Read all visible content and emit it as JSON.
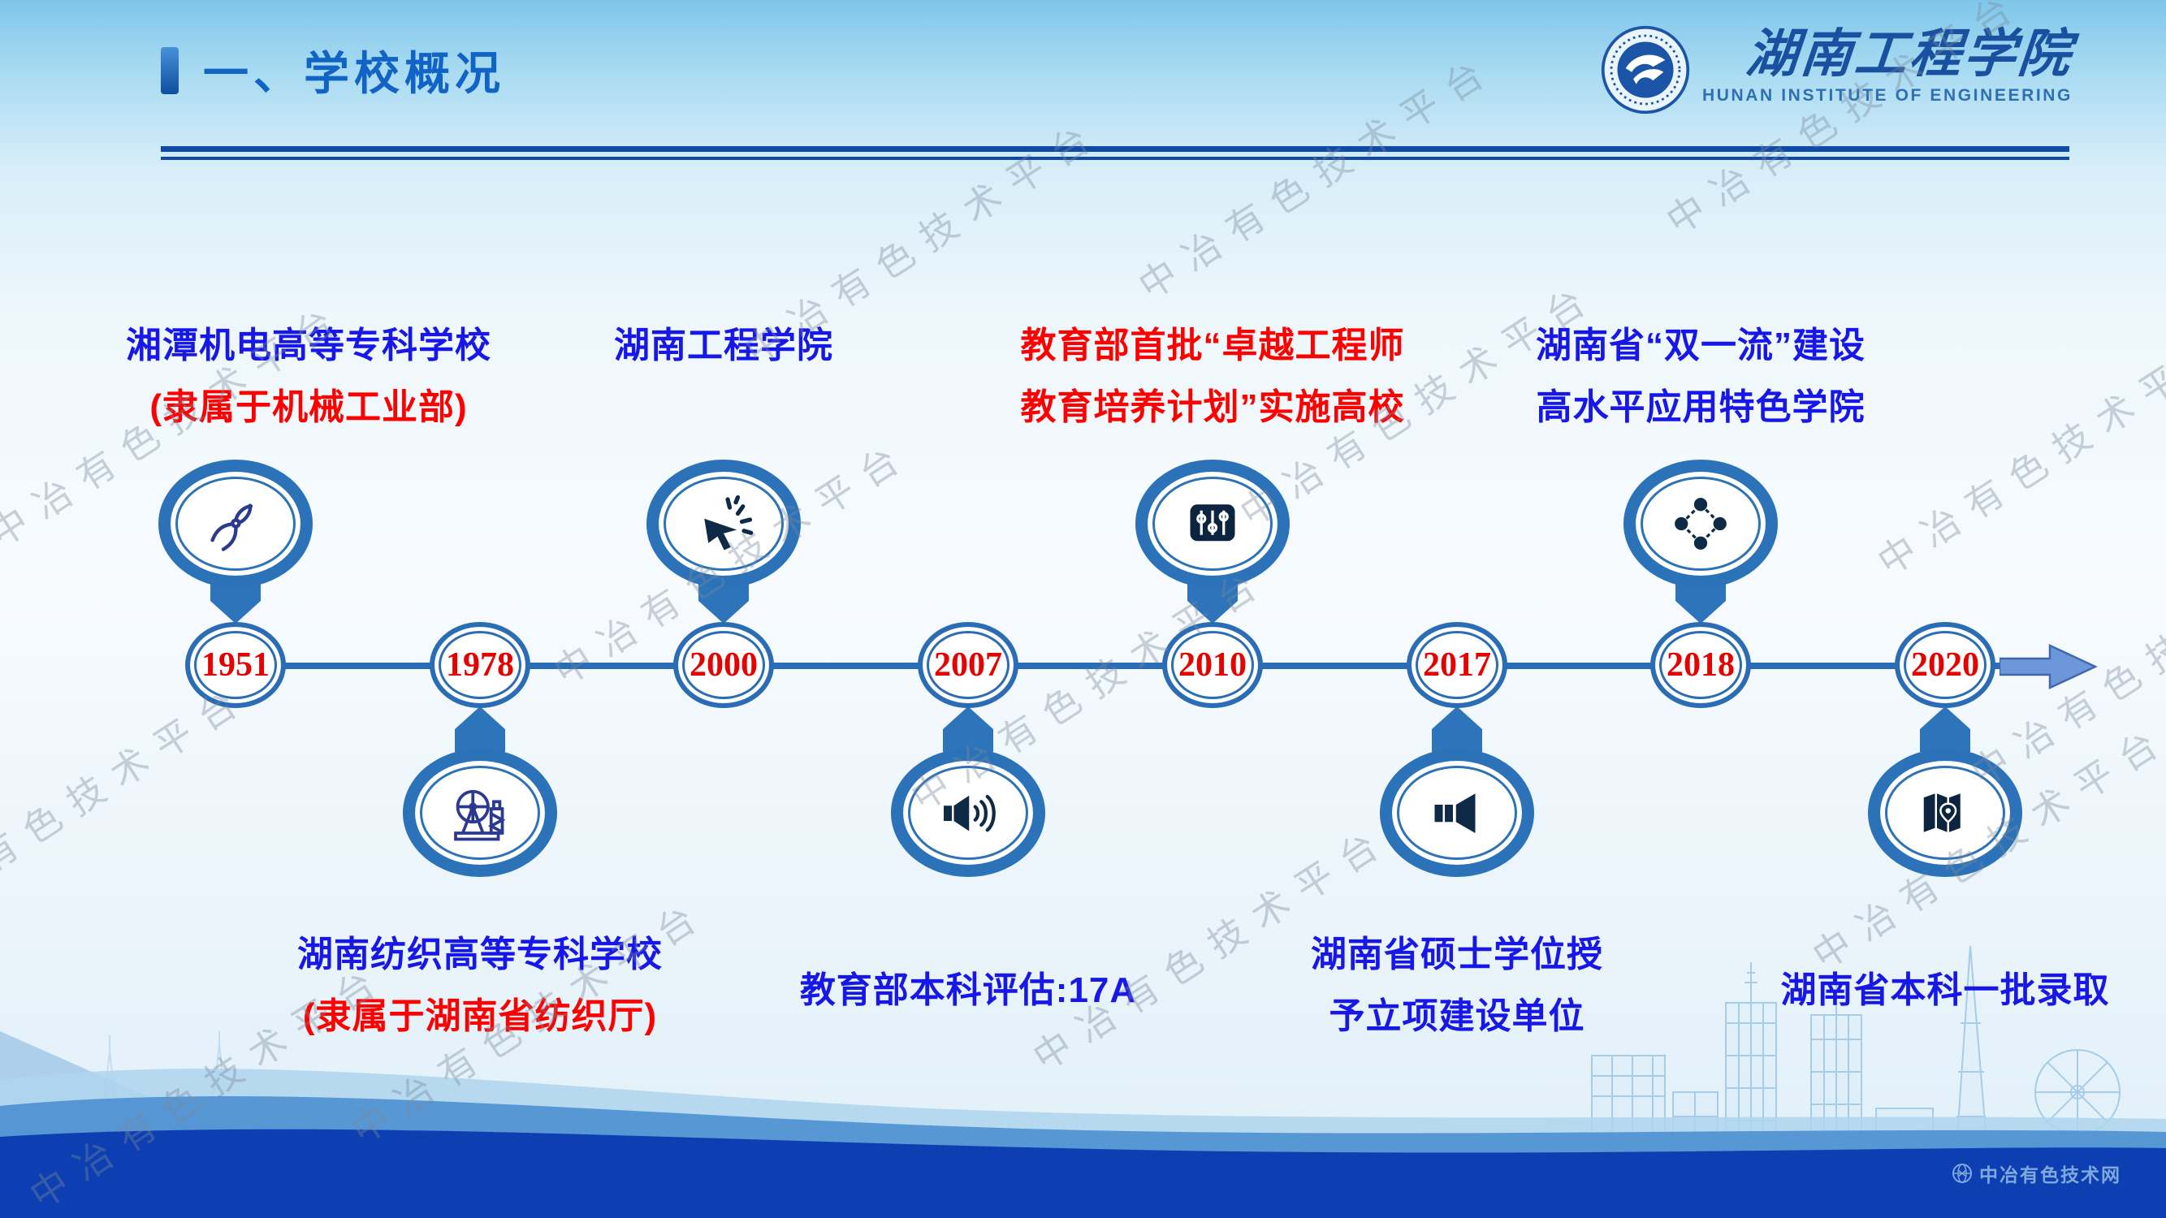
{
  "page": {
    "title": "一、学校概况"
  },
  "logo": {
    "name": "湖南工程学院",
    "subtitle": "HUNAN INSTITUTE OF ENGINEERING"
  },
  "watermark": {
    "text": "中冶有色技术平台"
  },
  "footer": {
    "brand": "中冶有色技术网"
  },
  "colors": {
    "title_blue": "#1263C6",
    "timeline_blue": "#2A6DB5",
    "year_red": "#E60000",
    "label_blue": "#1717E8",
    "label_red": "#FE0000",
    "badge_blue": "#2B72B8",
    "icon_navy": "#0E2A47",
    "wave_dark": "#0E3FB2",
    "arrow_fill": "#6D97D9"
  },
  "timeline": {
    "milestones": [
      {
        "year": "1951",
        "side": "above",
        "icon": "pliers-icon",
        "label_lines": [
          {
            "text": "湘潭机电高等专科学校",
            "color": "blue"
          },
          {
            "text": "(隶属于机械工业部)",
            "color": "red"
          }
        ]
      },
      {
        "year": "1978",
        "side": "below",
        "icon": "spinning-wheel-icon",
        "label_lines": [
          {
            "text": "湖南纺织高等专科学校",
            "color": "blue"
          },
          {
            "text": "(隶属于湖南省纺织厅)",
            "color": "red"
          }
        ]
      },
      {
        "year": "2000",
        "side": "above",
        "icon": "cursor-click-icon",
        "label_lines": [
          {
            "text": "湖南工程学院",
            "color": "blue"
          }
        ]
      },
      {
        "year": "2007",
        "side": "below",
        "icon": "speaker-icon",
        "label_lines": [
          {
            "text": "教育部本科评估:17A",
            "color": "blue"
          }
        ]
      },
      {
        "year": "2010",
        "side": "above",
        "icon": "sliders-icon",
        "label_lines": [
          {
            "text": "教育部首批“卓越工程师",
            "color": "red"
          },
          {
            "text": "教育培养计划”实施高校",
            "color": "red"
          }
        ]
      },
      {
        "year": "2017",
        "side": "below",
        "icon": "megaphone-icon",
        "label_lines": [
          {
            "text": "湖南省硕士学位授",
            "color": "blue"
          },
          {
            "text": "予立项建设单位",
            "color": "blue"
          }
        ]
      },
      {
        "year": "2018",
        "side": "above",
        "icon": "network-icon",
        "label_lines": [
          {
            "text": "湖南省“双一流”建设",
            "color": "blue"
          },
          {
            "text": "高水平应用特色学院",
            "color": "blue"
          }
        ]
      },
      {
        "year": "2020",
        "side": "below",
        "icon": "map-pin-icon",
        "label_lines": [
          {
            "text": "湖南省本科一批录取",
            "color": "blue"
          }
        ]
      }
    ]
  }
}
